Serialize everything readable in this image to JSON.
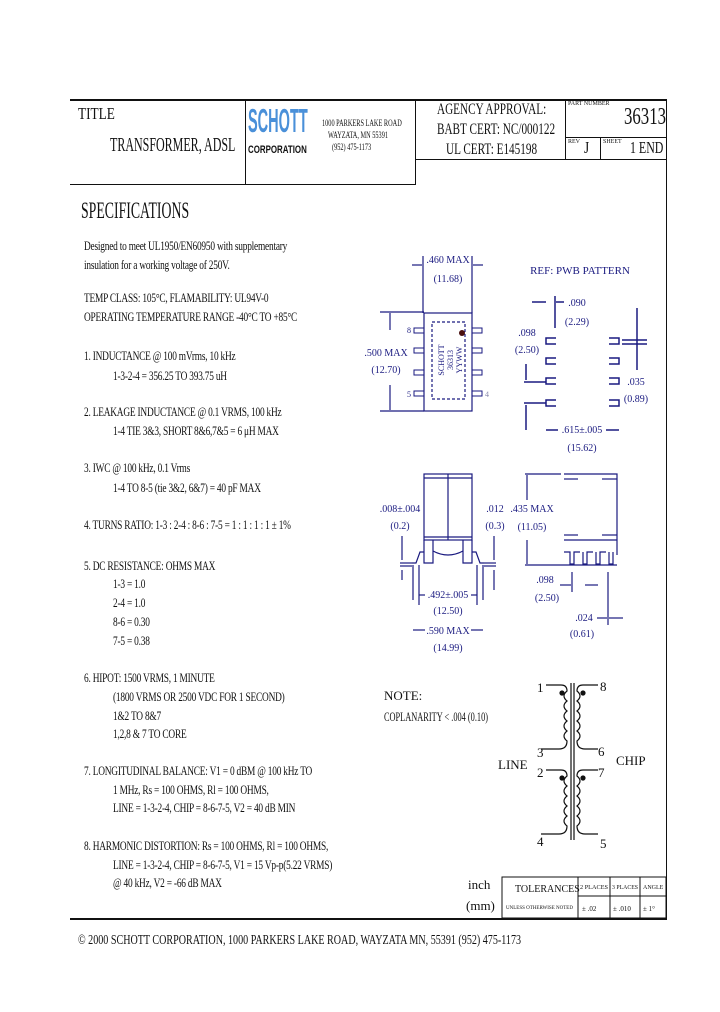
{
  "title_block": {
    "title_label": "TITLE",
    "title": "TRANSFORMER, ADSL",
    "logo_top": "SCHOTT",
    "logo_bottom": "CORPORATION",
    "address": [
      "1000 PARKERS LAKE ROAD",
      "WAYZATA, MN 55391",
      "(952) 475-1173"
    ],
    "agency": [
      "AGENCY APPROVAL:",
      "BABT CERT: NC/000122",
      "UL CERT: E145198"
    ],
    "part_no_label": "PART NUMBER",
    "part_no": "36313",
    "rev_label": "REV",
    "rev": "J",
    "sheet_label": "SHEET",
    "sheet": "1 END",
    "logo_color": "#4a90d9"
  },
  "specs": {
    "heading": "SPECIFICATIONS",
    "lines": [
      "Designed to meet UL1950/EN60950 with supplementary",
      "insulation for a working voltage of 250V.",
      "TEMP CLASS: 105°C, FLAMABILITY: UL94V-0",
      "OPERATING TEMPERATURE RANGE -40°C TO +85°C",
      "1. INDUCTANCE @ 100 mVrms, 10 kHz",
      "1-3-2-4 = 356.25 TO 393.75 uH",
      "2. LEAKAGE INDUCTANCE @ 0.1 VRMS, 100 kHz",
      "1-4 TIE 3&3, SHORT 8&6,7&5 = 6 μH MAX",
      "3. IWC @ 100 kHz, 0.1 Vrms",
      "1-4 TO 8-5 (tie 3&2, 6&7) = 40 pF MAX",
      "4. TURNS RATIO: 1-3 : 2-4 : 8-6 : 7-5 = 1 : 1 : 1 : 1 ± 1%",
      "5. DC RESISTANCE: OHMS MAX",
      "1-3 = 1.0",
      "2-4 = 1.0",
      "8-6 = 0.30",
      "7-5 = 0.38",
      "6. HIPOT: 1500 VRMS, 1 MINUTE",
      "(1800 VRMS OR 2500 VDC FOR 1 SECOND)",
      "1&2 TO 8&7",
      "1,2,8 & 7 TO CORE",
      "7. LONGITUDINAL BALANCE: V1 = 0 dBM @ 100 kHz TO",
      "1 MHz, Rs = 100 OHMS, Rl = 100 OHMS,",
      "LINE = 1-3-2-4, CHIP = 8-6-7-5, V2 = 40 dB MIN",
      "8. HARMONIC DISTORTION: Rs = 100 OHMS, Rl = 100 OHMS,",
      "LINE = 1-3-2-4, CHIP = 8-6-7-5, V1 = 15 Vp-p(5.22 VRMS)",
      "@ 40 kHz, V2 = -66 dB MAX"
    ]
  },
  "drawing": {
    "color": "#1a1a80",
    "top_width": [
      ".460 MAX",
      "(11.68)"
    ],
    "top_height": [
      ".500 MAX",
      "(12.70)"
    ],
    "chip_marking": [
      "SCHOTT",
      "36313",
      "YYWW"
    ],
    "pins": [
      "8",
      "5",
      "4"
    ],
    "pwb_title": "REF: PWB PATTERN",
    "pwb_pitch": [
      ".090",
      "(2.29)"
    ],
    "pwb_pad_len": [
      ".098",
      "(2.50)"
    ],
    "pwb_pad_w": [
      ".035",
      "(0.89)"
    ],
    "pwb_span": [
      ".615±.005",
      "(15.62)"
    ],
    "lead_thk": [
      ".008±.004",
      "(0.2)"
    ],
    "standoff": [
      ".012",
      "(0.3)"
    ],
    "body_w": [
      ".492±.005",
      "(12.50)"
    ],
    "overall_w": [
      ".590 MAX",
      "(14.99)"
    ],
    "height": [
      ".435 MAX",
      "(11.05)"
    ],
    "lead_pitch": [
      ".098",
      "(2.50)"
    ],
    "lead_w": [
      ".024",
      "(0.61)"
    ],
    "note": [
      "NOTE:",
      "COPLANARITY < .004 (0.10)"
    ],
    "schematic": {
      "line": "LINE",
      "chip": "CHIP",
      "pins": [
        "1",
        "3",
        "2",
        "4",
        "8",
        "6",
        "7",
        "5"
      ]
    }
  },
  "tolerances": {
    "units": [
      "inch",
      "(mm)"
    ],
    "label": "TOLERANCES",
    "sub": "UNLESS OTHERWISE NOTED",
    "cols": [
      "2 PLACES",
      "3 PLACES",
      "ANGLE"
    ],
    "vals": [
      "± .02",
      "± .010",
      "± 1°"
    ]
  },
  "footer": "© 2000 SCHOTT CORPORATION, 1000 PARKERS LAKE ROAD, WAYZATA MN, 55391   (952) 475-1173"
}
